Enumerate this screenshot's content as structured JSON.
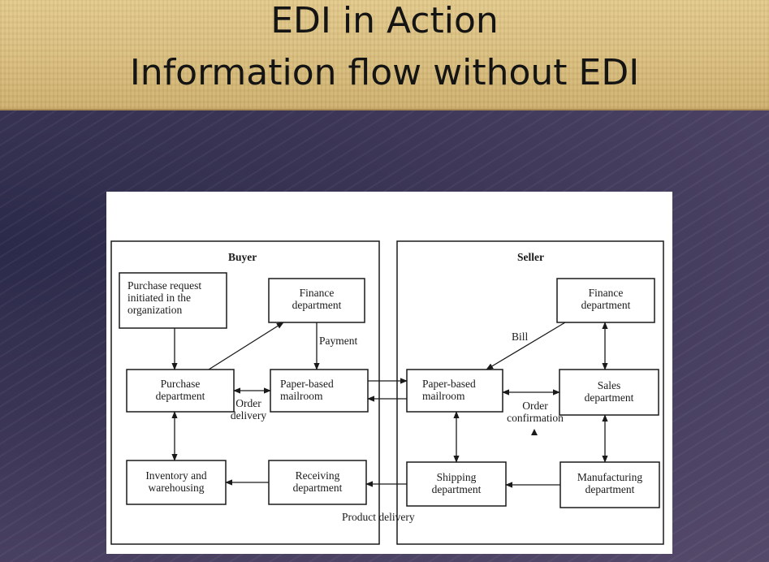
{
  "slide": {
    "title_line1": "EDI in Action",
    "title_line2": "Information flow without EDI"
  },
  "diagram": {
    "buyer": {
      "title": "Buyer",
      "purchase_request": "Purchase request\ninitiated in the\norganization",
      "finance": "Finance\ndepartment",
      "purchase_dept": "Purchase\ndepartment",
      "mailroom": "Paper-based\nmailroom",
      "inventory": "Inventory and\nwarehousing",
      "receiving": "Receiving\ndepartment",
      "payment_label": "Payment",
      "order_delivery_label": "Order\ndelivery"
    },
    "seller": {
      "title": "Seller",
      "finance": "Finance\ndepartment",
      "mailroom": "Paper-based\nmailroom",
      "sales": "Sales\ndepartment",
      "shipping": "Shipping\ndepartment",
      "manufacturing": "Manufacturing\ndepartment",
      "bill_label": "Bill",
      "order_confirmation_label": "Order\nconfirmation"
    },
    "product_delivery_label": "Product delivery"
  }
}
